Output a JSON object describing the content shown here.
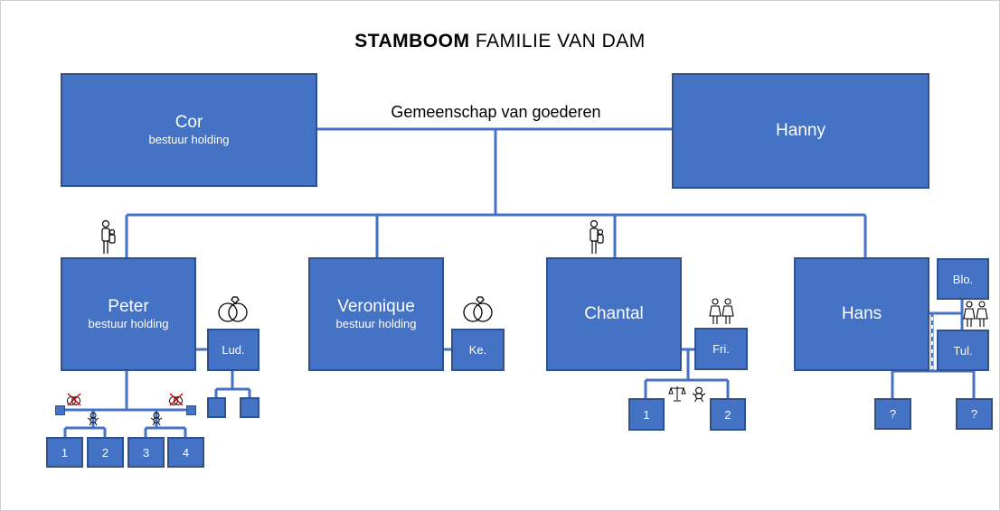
{
  "title": {
    "bold": "STAMBOOM",
    "rest": "FAMILIE VAN DAM"
  },
  "union_label": "Gemeenschap van goederen",
  "parents": {
    "cor": {
      "name": "Cor",
      "role": "bestuur holding"
    },
    "hanny": {
      "name": "Hanny"
    }
  },
  "children": {
    "peter": {
      "name": "Peter",
      "role": "bestuur holding",
      "partner": "Lud."
    },
    "veronique": {
      "name": "Veronique",
      "role": "bestuur holding",
      "partner": "Ke."
    },
    "chantal": {
      "name": "Chantal",
      "partner": "Fri."
    },
    "hans": {
      "name": "Hans",
      "partner_top": "Blo.",
      "partner_bottom": "Tul."
    }
  },
  "grandchildren": {
    "peter": [
      "1",
      "2",
      "3",
      "4"
    ],
    "chantal": [
      "1",
      "2"
    ],
    "hans": [
      "?",
      "?"
    ]
  },
  "colors": {
    "box_fill": "#4472c4",
    "box_border": "#2f528f",
    "line": "#4472c4"
  },
  "icons": [
    "person-with-child-icon",
    "wedding-rings-icon",
    "two-women-icon",
    "crossed-out-rings-icon",
    "baby-icon",
    "scales-icon"
  ]
}
